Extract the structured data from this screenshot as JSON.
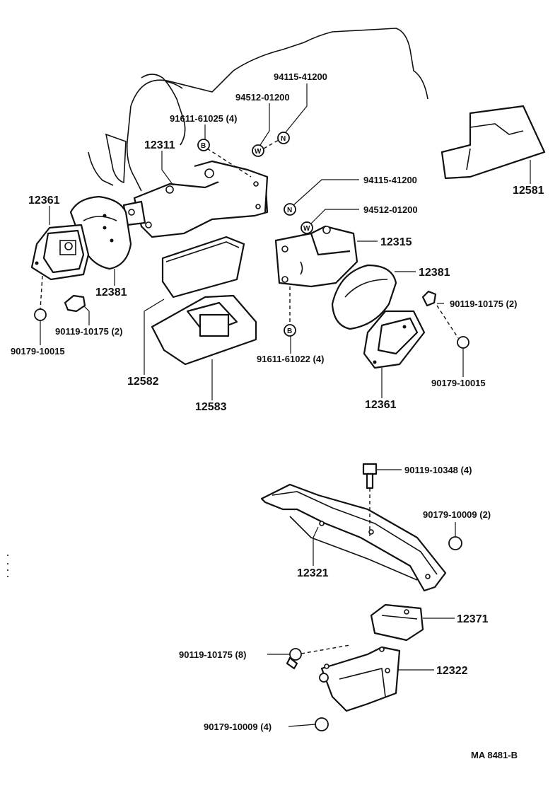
{
  "callouts": {
    "p94115_41200_a": "94115-41200",
    "p94512_01200_a": "94512-01200",
    "p91611_61025": "91611-61025 (4)",
    "p12311": "12311",
    "p12361_left": "12361",
    "p12381_left": "12381",
    "p90119_10175_left": "90119-10175 (2)",
    "p90179_10015_left": "90179-10015",
    "p12582": "12582",
    "p12583": "12583",
    "p12581": "12581",
    "p94115_41200_b": "94115-41200",
    "p94512_01200_b": "94512-01200",
    "p12315": "12315",
    "p12381_right": "12381",
    "p90119_10175_right": "90119-10175 (2)",
    "p91611_61022": "91611-61022 (4)",
    "p90179_10015_right": "90179-10015",
    "p12361_right": "12361",
    "p90119_10348": "90119-10348 (4)",
    "p90179_10009_a": "90179-10009 (2)",
    "p12321": "12321",
    "p12371": "12371",
    "p90119_10175_8": "90119-10175 (8)",
    "p12322": "12322",
    "p90179_10009_b": "90179-10009 (4)"
  },
  "symbols": {
    "nut": "N",
    "washer": "W",
    "bolt": "B"
  },
  "footer": {
    "code": "MA  8481-B"
  }
}
